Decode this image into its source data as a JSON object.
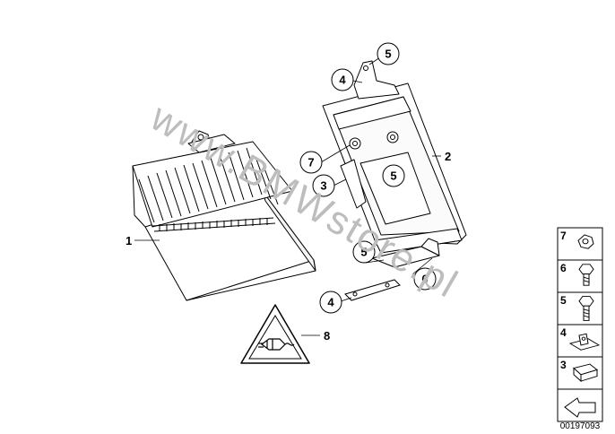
{
  "watermark": "www.BMWstore.pl",
  "document_number": "00197093",
  "labels": {
    "amp": "1",
    "bracket": "2",
    "triangle": "8"
  },
  "callouts": {
    "c4_top": "4",
    "c5_top": "5",
    "c7": "7",
    "c3": "3",
    "c5_mid": "5",
    "c5_low": "5",
    "c6": "6",
    "c4_low": "4"
  },
  "sidebar": {
    "items": [
      {
        "number": "7",
        "icon": "hex-nut-icon"
      },
      {
        "number": "6",
        "icon": "hex-bolt-short-icon"
      },
      {
        "number": "5",
        "icon": "hex-bolt-long-icon"
      },
      {
        "number": "4",
        "icon": "speed-nut-clip-icon"
      },
      {
        "number": "3",
        "icon": "clip-nut-icon"
      },
      {
        "number": "",
        "icon": "arrow-icon"
      }
    ]
  }
}
